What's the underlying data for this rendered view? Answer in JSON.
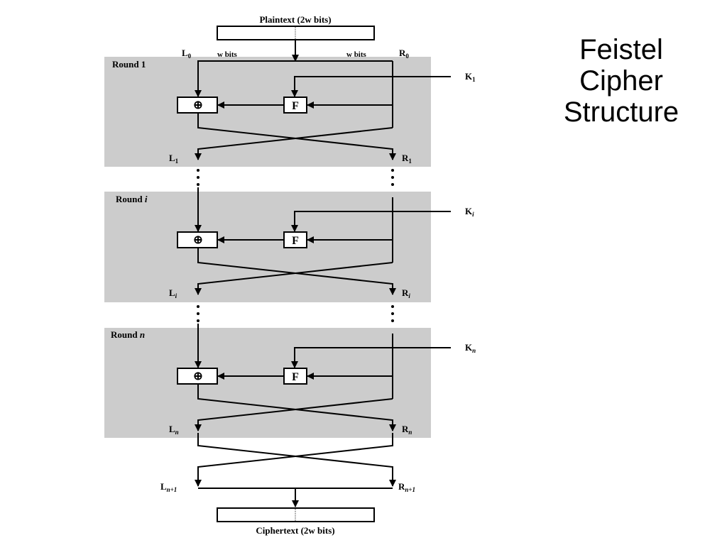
{
  "slide": {
    "title_lines": [
      "Feistel",
      "Cipher",
      "Structure"
    ]
  },
  "diagram": {
    "plaintext_label": "Plaintext (2w bits)",
    "ciphertext_label": "Ciphertext (2w bits)",
    "w_bits_left": "w bits",
    "w_bits_right": "w bits",
    "xor_symbol": "⊕",
    "f_label": "F",
    "input": {
      "L": "L",
      "L_sub": "0",
      "R": "R",
      "R_sub": "0"
    },
    "rounds": [
      {
        "label": "Round 1",
        "key": "K",
        "key_sub": "1",
        "out_L": "L",
        "out_L_sub": "1",
        "out_R": "R",
        "out_R_sub": "1"
      },
      {
        "label": "Round i",
        "key": "K",
        "key_sub": "i",
        "out_L": "L",
        "out_L_sub": "i",
        "out_R": "R",
        "out_R_sub": "i"
      },
      {
        "label": "Round n",
        "key": "K",
        "key_sub": "n",
        "out_L": "L",
        "out_L_sub": "n",
        "out_R": "R",
        "out_R_sub": "n"
      }
    ],
    "final": {
      "L": "L",
      "L_sub": "n+1",
      "R": "R",
      "R_sub": "n+1"
    },
    "colors": {
      "round_bg": "#cccccc",
      "line": "#000000",
      "box_fill": "#ffffff"
    }
  }
}
